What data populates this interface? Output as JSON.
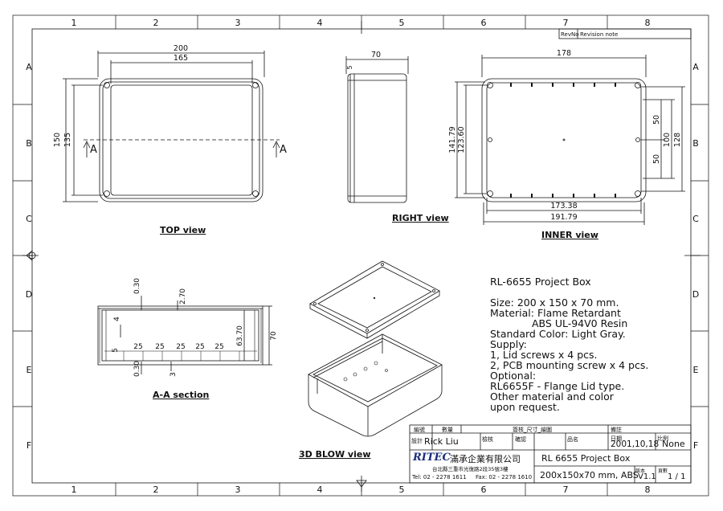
{
  "frame": {
    "columns": [
      "1",
      "2",
      "3",
      "4",
      "5",
      "6",
      "7",
      "8"
    ],
    "rows": [
      "A",
      "B",
      "C",
      "D",
      "E",
      "F"
    ]
  },
  "revision": {
    "rev_label": "RevNo",
    "note_label": "Revision note"
  },
  "views": {
    "top": {
      "label": "TOP view",
      "dim_width": "200",
      "dim_inner_width": "165",
      "dim_height": "150",
      "dim_inner_height": "135",
      "section_mark": "A"
    },
    "right": {
      "label": "RIGHT view",
      "dim_depth": "70",
      "dim_lip": "5"
    },
    "inner": {
      "label": "INNER view",
      "dim_top": "178",
      "dim_bottom_inner": "173.38",
      "dim_bottom_outer": "191.79",
      "dim_left_outer": "141.79",
      "dim_left_inner": "123.60",
      "dim_r1": "50",
      "dim_r2": "50",
      "dim_r3": "100",
      "dim_r4": "128"
    },
    "section": {
      "label": "A-A section",
      "dim_top_thk": "0.30",
      "dim_wall": "2.70",
      "dim_inner_h": "4",
      "dim_lip": "5",
      "dim_slot": "25",
      "dim_3": "3",
      "dim_bottom": "0.30",
      "dim_height_inner": "63.70",
      "dim_height": "70"
    },
    "blow": {
      "label": "3D BLOW view"
    }
  },
  "spec": {
    "title": "RL-6655 Project Box",
    "lines": [
      "Size: 200 x 150 x 70 mm.",
      "Material: Flame Retardant",
      "ABS UL-94V0 Resin",
      "Standard Color: Light Gray.",
      "Supply:",
      "1, Lid screws x 4 pcs.",
      "2, PCB mounting screw x 4 pcs.",
      "Optional:",
      "RL6655F - Flange Lid type.",
      "Other material and color",
      "upon request."
    ]
  },
  "title_block": {
    "h_mod": "編號",
    "h_qty": "數量",
    "h_sign": "簽核_尺寸_繪圖",
    "h_remark": "備註",
    "designer_label": "設計",
    "designer": "Rick Liu",
    "checker_label": "檢核",
    "approver_label": "確認",
    "name_label": "品名",
    "date_label": "日期",
    "date": "2001,10,18",
    "scale_label": "比例",
    "scale": "None",
    "company_logo": "RITEC",
    "company_cn": "滿承企業有限公司",
    "address": "台北縣三重市光復路2段35號3樓",
    "tel": "Tel: 02 - 2278 1611",
    "fax": "Fax: 02 - 2278 1610",
    "product": "RL 6655 Project Box",
    "spec_line": "200x150x70 mm, ABS",
    "ver_label": "版本",
    "ver": "V1.1",
    "page_label": "頁數",
    "page": "1 / 1"
  }
}
